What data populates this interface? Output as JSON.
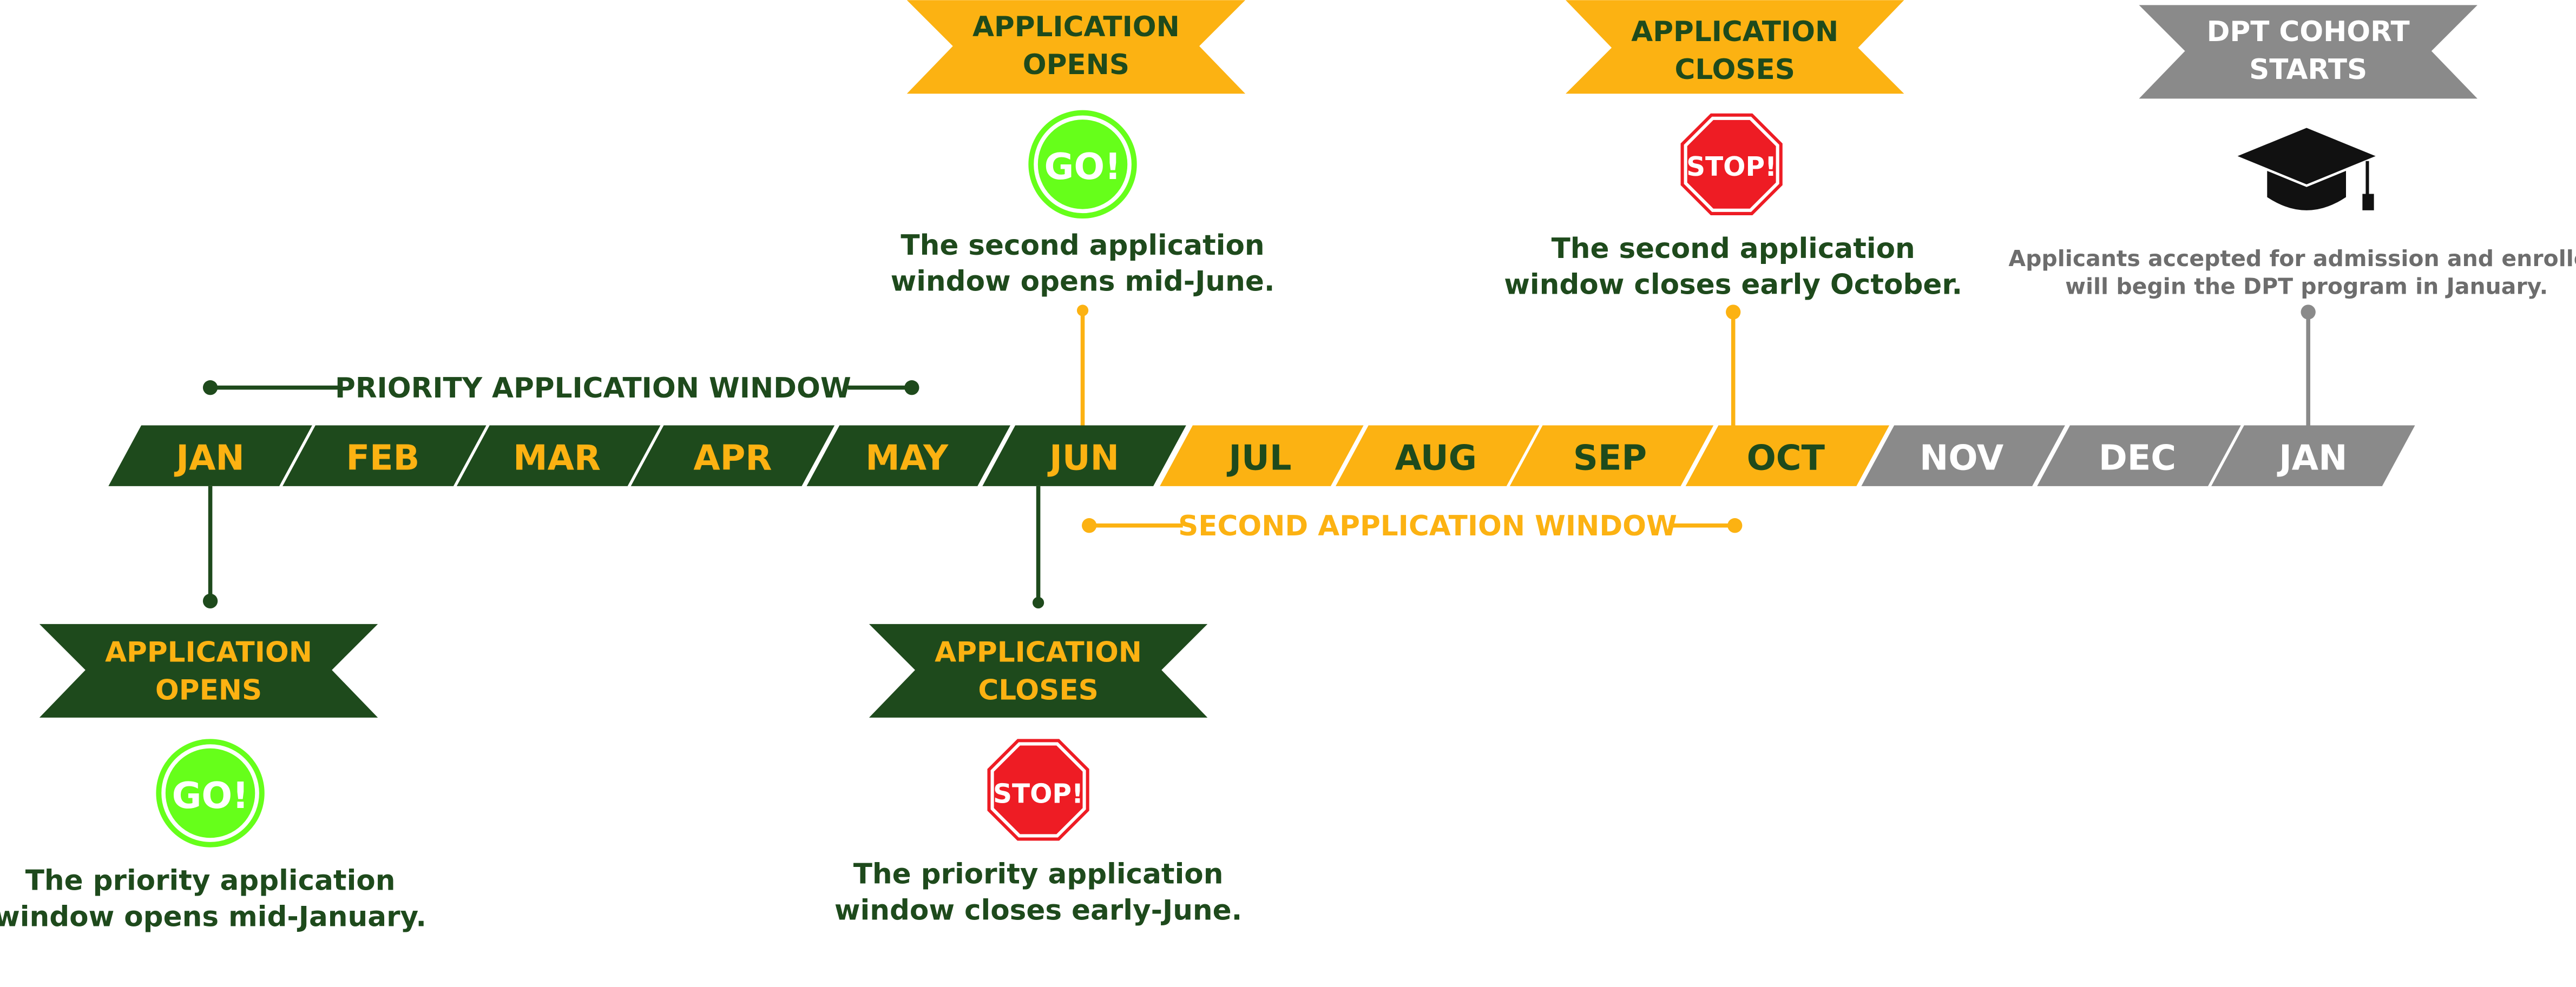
{
  "colors": {
    "green": "#1e4a1c",
    "gold": "#fcb212",
    "gray": "#8a8a8a",
    "go_green": "#66ff1a",
    "stop_red": "#ee1c24",
    "text_green": "#1e4a1c",
    "text_gray": "#6d6d6d",
    "white": "#ffffff"
  },
  "months": [
    {
      "label": "JAN",
      "phase": "priority"
    },
    {
      "label": "FEB",
      "phase": "priority"
    },
    {
      "label": "MAR",
      "phase": "priority"
    },
    {
      "label": "APR",
      "phase": "priority"
    },
    {
      "label": "MAY",
      "phase": "priority"
    },
    {
      "label": "JUN",
      "phase": "priority"
    },
    {
      "label": "JUL",
      "phase": "second"
    },
    {
      "label": "AUG",
      "phase": "second"
    },
    {
      "label": "SEP",
      "phase": "second"
    },
    {
      "label": "OCT",
      "phase": "second"
    },
    {
      "label": "NOV",
      "phase": "cohort"
    },
    {
      "label": "DEC",
      "phase": "cohort"
    },
    {
      "label": "JAN",
      "phase": "cohort"
    }
  ],
  "windows": {
    "priority": "PRIORITY APPLICATION WINDOW",
    "second": "SECOND APPLICATION WINDOW"
  },
  "events": {
    "priority_open": {
      "banner": [
        "APPLICATION",
        "OPENS"
      ],
      "sign": "GO!",
      "desc": [
        "The priority application",
        "window opens mid-January."
      ]
    },
    "priority_close": {
      "banner": [
        "APPLICATION",
        "CLOSES"
      ],
      "sign": "STOP!",
      "desc": [
        "The priority application",
        "window closes early-June."
      ]
    },
    "second_open": {
      "banner": [
        "APPLICATION",
        "OPENS"
      ],
      "sign": "GO!",
      "desc": [
        "The second application",
        "window opens mid-June."
      ]
    },
    "second_close": {
      "banner": [
        "APPLICATION",
        "CLOSES"
      ],
      "sign": "STOP!",
      "desc": [
        "The second application",
        "window closes early October."
      ]
    },
    "cohort": {
      "banner": [
        "DPT COHORT",
        "STARTS"
      ],
      "icon": "graduation-cap-icon",
      "desc": [
        "Applicants accepted for admission and enrolled",
        "will begin the DPT program in January."
      ]
    }
  }
}
